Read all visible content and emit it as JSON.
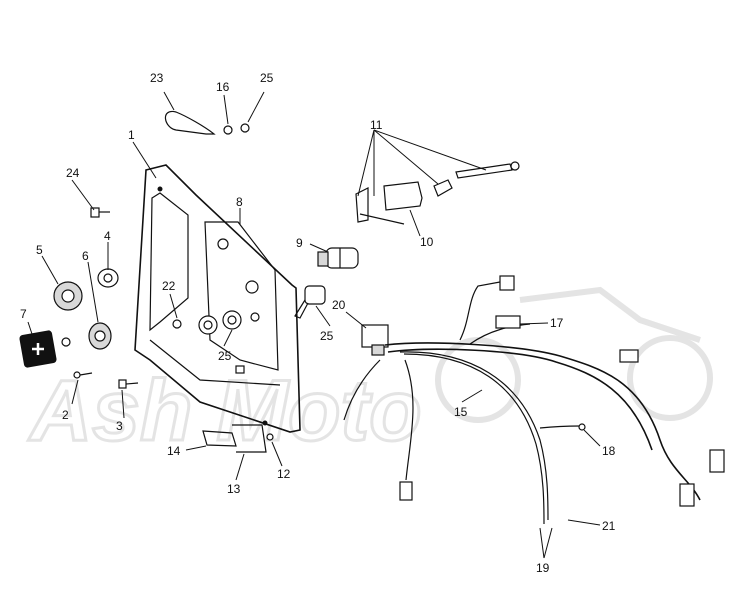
{
  "watermark": {
    "text": "Ash Moto"
  },
  "parts": [
    {
      "id": "1",
      "label": "1"
    },
    {
      "id": "2",
      "label": "2"
    },
    {
      "id": "3",
      "label": "3"
    },
    {
      "id": "4",
      "label": "4"
    },
    {
      "id": "5",
      "label": "5"
    },
    {
      "id": "6",
      "label": "6"
    },
    {
      "id": "7",
      "label": "7"
    },
    {
      "id": "8",
      "label": "8"
    },
    {
      "id": "9",
      "label": "9"
    },
    {
      "id": "10",
      "label": "10"
    },
    {
      "id": "11",
      "label": "11"
    },
    {
      "id": "12",
      "label": "12"
    },
    {
      "id": "13",
      "label": "13"
    },
    {
      "id": "14",
      "label": "14"
    },
    {
      "id": "15",
      "label": "15"
    },
    {
      "id": "16",
      "label": "16"
    },
    {
      "id": "17",
      "label": "17"
    },
    {
      "id": "18",
      "label": "18"
    },
    {
      "id": "19",
      "label": "19"
    },
    {
      "id": "20",
      "label": "20"
    },
    {
      "id": "21",
      "label": "21"
    },
    {
      "id": "22",
      "label": "22"
    },
    {
      "id": "23",
      "label": "23"
    },
    {
      "id": "24",
      "label": "24"
    },
    {
      "id": "25a",
      "label": "25"
    },
    {
      "id": "25b",
      "label": "25"
    },
    {
      "id": "25c",
      "label": "25"
    }
  ]
}
